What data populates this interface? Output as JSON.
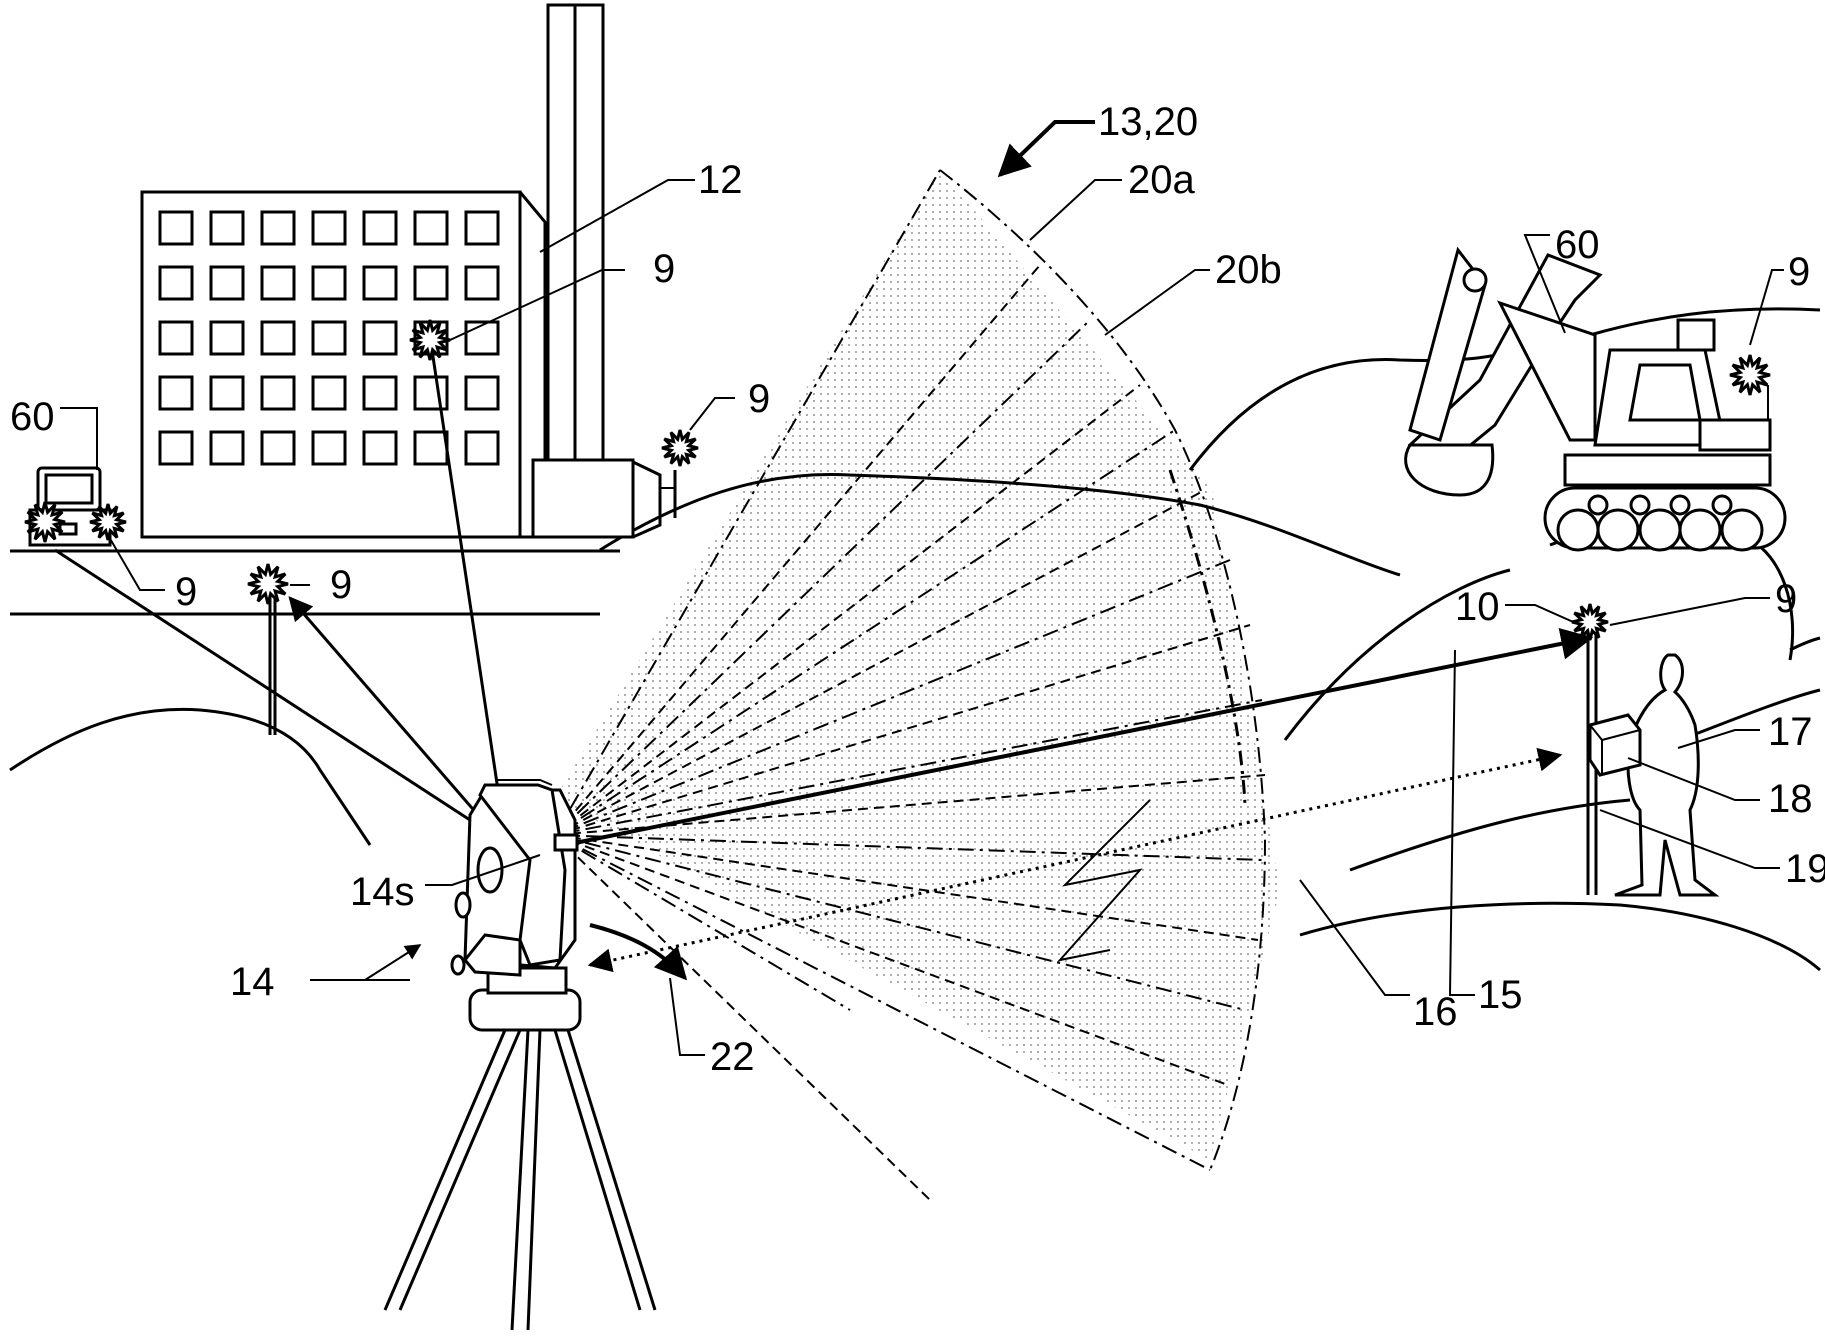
{
  "colors": {
    "ink": "#000000",
    "paper": "#ffffff"
  },
  "labels": {
    "beam_fan": "13,20",
    "fan_boundary_a": "20a",
    "fan_boundary_b": "20b",
    "building": "12",
    "target_building_window": "9",
    "target_pipe": "9",
    "vehicle_left": "60",
    "target_vehicle": "9",
    "target_post": "9",
    "excavator": "60",
    "target_excavator": "9",
    "reflector_pole": "10",
    "target_pole": "9",
    "terrain_line": "15",
    "beam_edge": "16",
    "person": "17",
    "controller": "18",
    "pole": "19",
    "instrument_sensor": "14s",
    "instrument": "14",
    "rotation": "22"
  }
}
